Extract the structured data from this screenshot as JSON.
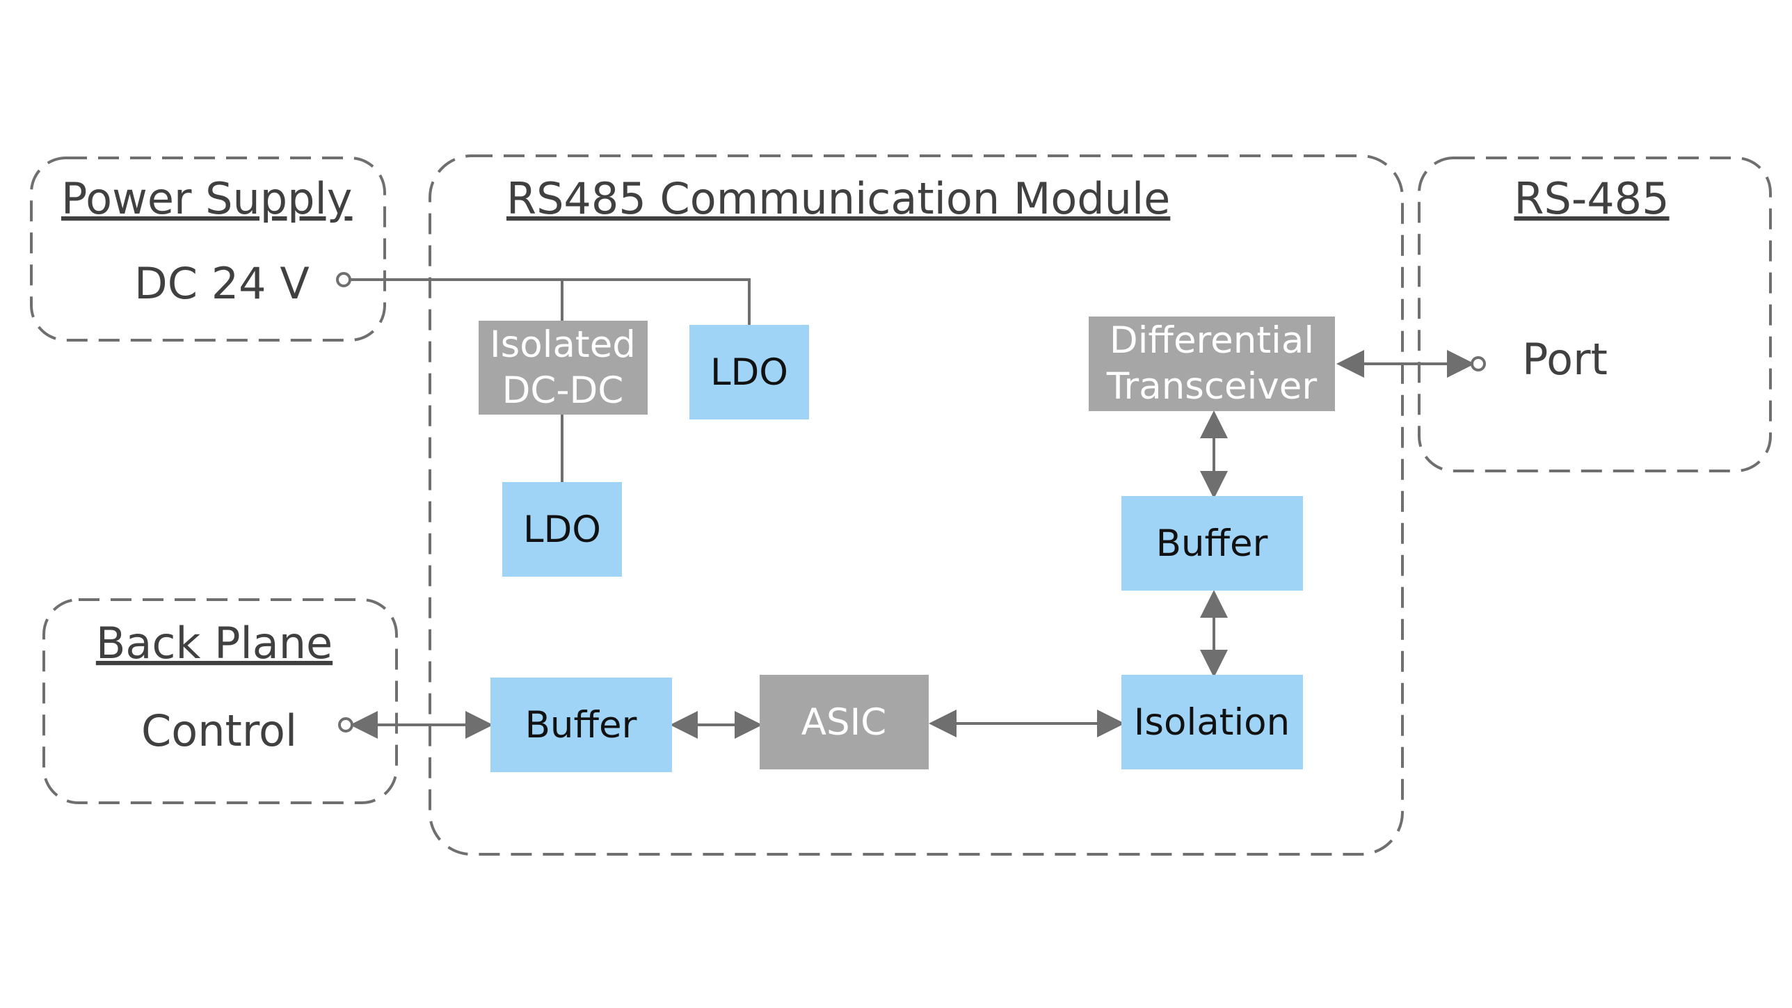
{
  "colors": {
    "blue_block": "#9fd4f6",
    "gray_block": "#a6a6a6",
    "line": "#6f6f6f",
    "text": "#404040"
  },
  "groups": {
    "power_supply": {
      "title": "Power Supply",
      "terminal_label": "DC 24 V"
    },
    "module": {
      "title": "RS485 Communication Module"
    },
    "rs485": {
      "title": "RS-485",
      "terminal_label": "Port"
    },
    "back_plane": {
      "title": "Back Plane",
      "terminal_label": "Control"
    }
  },
  "blocks": {
    "isolated_dcdc": {
      "line1": "Isolated",
      "line2": "DC-DC"
    },
    "ldo_top": "LDO",
    "ldo_bottom": "LDO",
    "differential_transceiver": {
      "line1": "Differential",
      "line2": "Transceiver"
    },
    "buffer_right": "Buffer",
    "isolation": "Isolation",
    "asic": "ASIC",
    "buffer_left": "Buffer"
  }
}
